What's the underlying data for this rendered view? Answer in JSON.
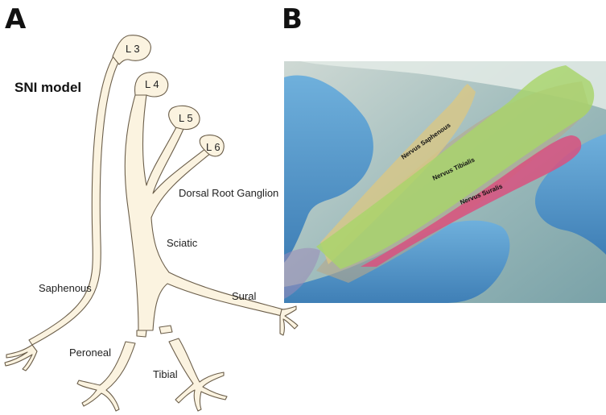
{
  "panel_a": {
    "letter": "A",
    "title": "SNI model",
    "labels": {
      "l3": "L 3",
      "l4": "L 4",
      "l5": "L 5",
      "l6": "L 6",
      "drg": "Dorsal Root Ganglion",
      "sciatic": "Sciatic",
      "saphenous": "Saphenous",
      "sural": "Sural",
      "peroneal": "Peroneal",
      "tibial": "Tibial"
    },
    "colors": {
      "nerve_fill": "#fbf3e0",
      "nerve_stroke": "#6b5e4a"
    }
  },
  "panel_b": {
    "letter": "B",
    "labels": {
      "saphenous": "Nervus Saphenous",
      "tibialis": "Nervus Tibialis",
      "suralis": "Nervus Suralis"
    },
    "colors": {
      "glove": "#4f93c9",
      "saphenous_overlay": "#d9c784",
      "tibialis_overlay": "#a8d46a",
      "suralis_overlay": "#d8517f",
      "background": "#8fb3b8"
    }
  }
}
